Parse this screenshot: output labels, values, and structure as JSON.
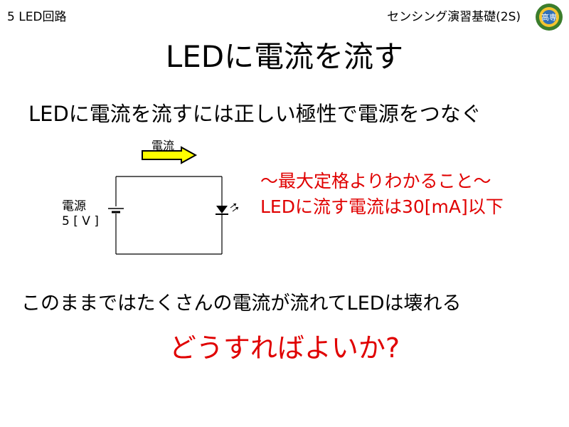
{
  "header": {
    "section": "5 LED回路",
    "course": "センシング演習基礎(2S)",
    "logo_icon": "school-emblem-icon",
    "logo_text": "高専"
  },
  "slide": {
    "title": "LEDに電流を流す",
    "subtitle": "LEDに電流を流すには正しい極性で電源をつなぐ",
    "body": "このままではたくさんの電流が流れてLEDは壊れる",
    "question": "どうすればよいか?"
  },
  "circuit": {
    "current_label": "電流",
    "source_label": "電源",
    "source_value": "5 [ V ]",
    "arrow_color": "#ffff00",
    "icons": [
      "battery-icon",
      "led-icon",
      "current-arrow-icon"
    ]
  },
  "note": {
    "line1": "～最大定格よりわかること～",
    "line2": "LEDに流す電流は30[mA]以下",
    "color": "#e00000"
  }
}
